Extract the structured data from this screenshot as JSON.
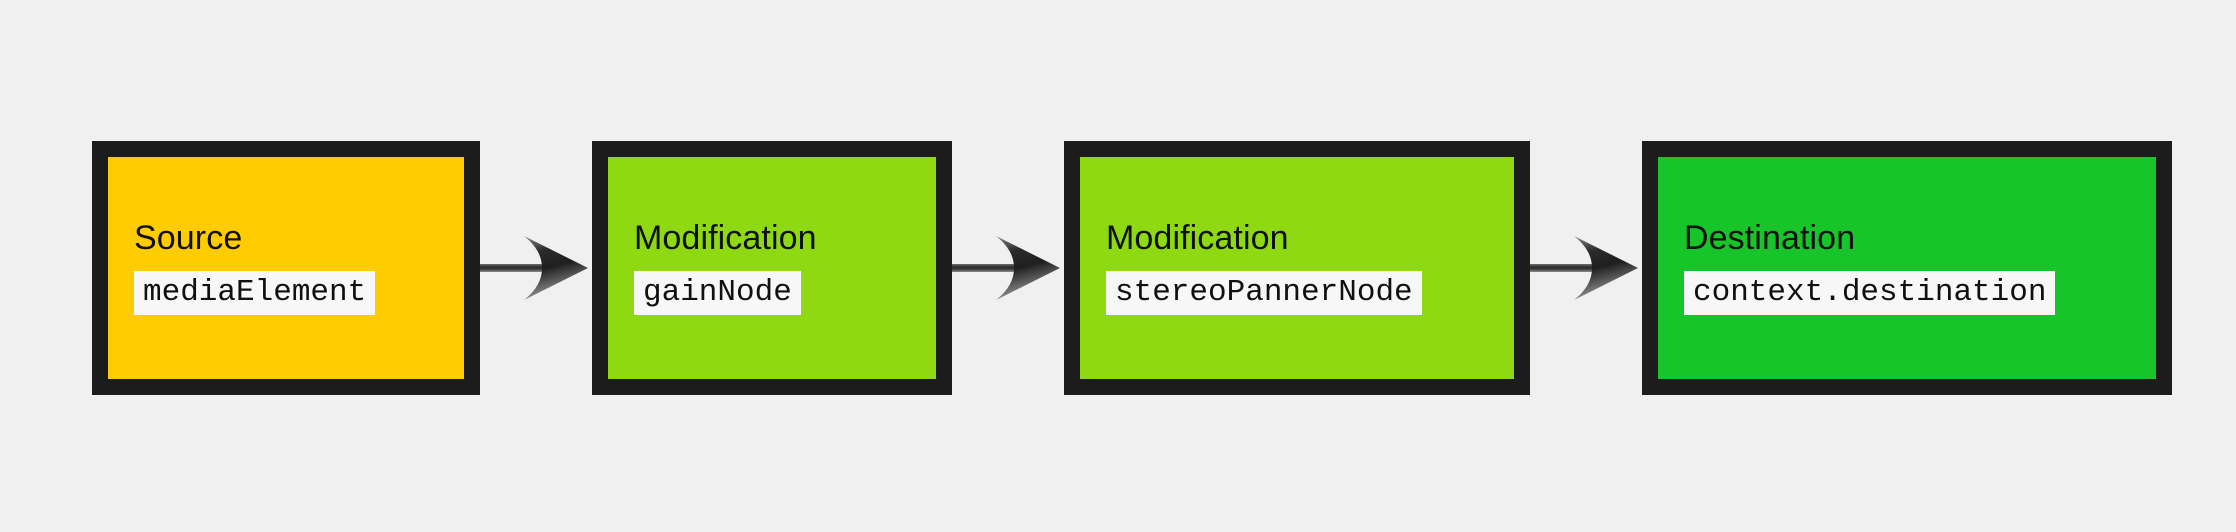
{
  "diagram": {
    "type": "flow",
    "orientation": "left-to-right",
    "background_color": "#f0f0f0",
    "border_color": "#1c1c1c",
    "arrow_color": "#4a4a4a",
    "code_label_background": "#f7f7f7",
    "nodes": [
      {
        "id": "source",
        "title": "Source",
        "code": "mediaElement",
        "fill_color": "#ffcc00",
        "role": "source"
      },
      {
        "id": "modification-gain",
        "title": "Modification",
        "code": "gainNode",
        "fill_color": "#8fd913",
        "role": "modification"
      },
      {
        "id": "modification-panner",
        "title": "Modification",
        "code": "stereoPannerNode",
        "fill_color": "#8fd913",
        "role": "modification"
      },
      {
        "id": "destination",
        "title": "Destination",
        "code": "context.destination",
        "fill_color": "#17c42a",
        "role": "destination"
      }
    ],
    "connectors": [
      {
        "id": "arrow-source-to-gain",
        "icon": "arrow-right-icon",
        "from": "source",
        "to": "modification-gain"
      },
      {
        "id": "arrow-gain-to-panner",
        "icon": "arrow-right-icon",
        "from": "modification-gain",
        "to": "modification-panner"
      },
      {
        "id": "arrow-panner-to-destination",
        "icon": "arrow-right-icon",
        "from": "modification-panner",
        "to": "destination"
      }
    ]
  }
}
